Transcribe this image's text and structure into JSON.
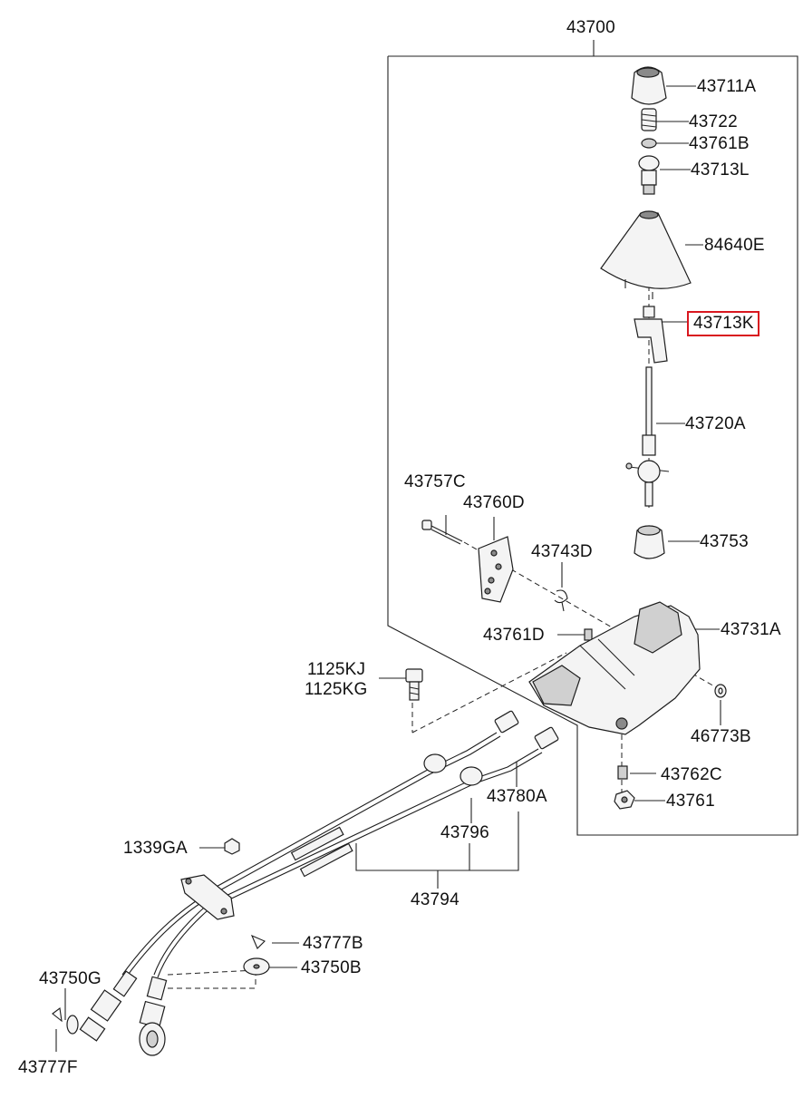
{
  "diagram": {
    "assembly_number": "43700",
    "highlighted_part": "43713K",
    "parts": [
      {
        "id": "p43711A",
        "label": "43711A",
        "icon": "shift-knob-icon"
      },
      {
        "id": "p43722",
        "label": "43722",
        "icon": "spring-icon"
      },
      {
        "id": "p43761B",
        "label": "43761B",
        "icon": "bushing-icon"
      },
      {
        "id": "p43713L",
        "label": "43713L",
        "icon": "knob-adapter-icon"
      },
      {
        "id": "p84640E",
        "label": "84640E",
        "icon": "boot-cone-icon"
      },
      {
        "id": "p43713K",
        "label": "43713K",
        "icon": "lever-bracket-icon"
      },
      {
        "id": "p43720A",
        "label": "43720A",
        "icon": "shift-lever-icon"
      },
      {
        "id": "p43757C",
        "label": "43757C",
        "icon": "pin-icon"
      },
      {
        "id": "p43760D",
        "label": "43760D",
        "icon": "select-plate-icon"
      },
      {
        "id": "p43743D",
        "label": "43743D",
        "icon": "clip-icon"
      },
      {
        "id": "p43753",
        "label": "43753",
        "icon": "ball-seat-icon"
      },
      {
        "id": "p43761D",
        "label": "43761D",
        "icon": "pin-icon"
      },
      {
        "id": "p43731A",
        "label": "43731A",
        "icon": "shifter-housing-icon"
      },
      {
        "id": "p1125KJ",
        "label": "1125KJ",
        "icon": "bolt-icon"
      },
      {
        "id": "p1125KG",
        "label": "1125KG",
        "icon": "bolt-icon"
      },
      {
        "id": "p46773B",
        "label": "46773B",
        "icon": "washer-icon"
      },
      {
        "id": "p43762C",
        "label": "43762C",
        "icon": "bushing-icon"
      },
      {
        "id": "p43780A",
        "label": "43780A",
        "icon": "cable-icon"
      },
      {
        "id": "p43761",
        "label": "43761",
        "icon": "nut-icon"
      },
      {
        "id": "p43796",
        "label": "43796",
        "icon": "cable-clamp-icon"
      },
      {
        "id": "p1339GA",
        "label": "1339GA",
        "icon": "nut-icon"
      },
      {
        "id": "p43794",
        "label": "43794",
        "icon": "cable-set-icon"
      },
      {
        "id": "p43777B",
        "label": "43777B",
        "icon": "clip-icon"
      },
      {
        "id": "p43750B",
        "label": "43750B",
        "icon": "washer-icon"
      },
      {
        "id": "p43750G",
        "label": "43750G",
        "icon": "washer-icon"
      },
      {
        "id": "p43777F",
        "label": "43777F",
        "icon": "clip-icon"
      }
    ]
  }
}
